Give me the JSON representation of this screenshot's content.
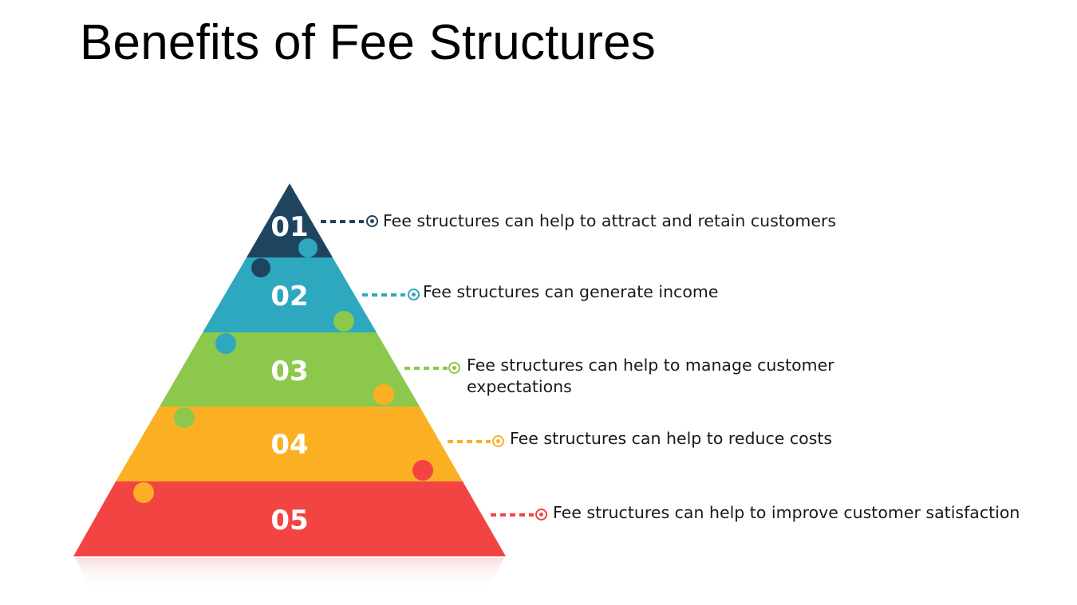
{
  "title": "Benefits of Fee Structures",
  "levels": [
    {
      "number": "01",
      "text": "Fee structures can help to attract and retain customers",
      "color": "#1f4460"
    },
    {
      "number": "02",
      "text": "Fee structures can generate income",
      "color": "#2ea8bf"
    },
    {
      "number": "03",
      "text": "Fee structures can help to manage customer expectations",
      "color": "#8cc84b"
    },
    {
      "number": "04",
      "text": "Fee structures can help to reduce costs",
      "color": "#fbb024"
    },
    {
      "number": "05",
      "text": "Fee structures can help to improve customer satisfaction",
      "color": "#f34444"
    }
  ]
}
